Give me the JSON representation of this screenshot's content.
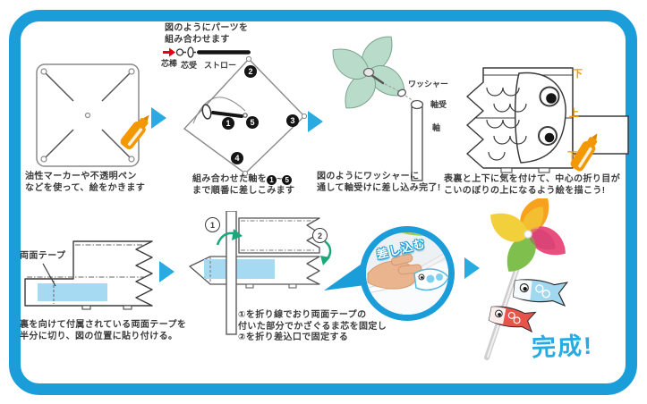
{
  "colors": {
    "frame_blue": "#1b9dd9",
    "arrow_blue": "#29abe2",
    "tape_blue": "#a6d9f2",
    "pinwheel_green": "#b9dcca",
    "pen_orange": "#f39800",
    "label_orange": "#f39800",
    "green_arrow": "#1ba878",
    "done_blue": "#29abe2",
    "text_dark": "#3b3b3b"
  },
  "icons": {
    "step_arrow_icon": "blue-right-triangle",
    "marker_pen_icon": "orange-marker-pen",
    "red_arrow_icon": "red-right-arrow",
    "callout_icon": "photo-magnifier-circle"
  },
  "step1": {
    "caption": [
      "油性マーカーや不透明ペン",
      "などを使って、絵をかきます"
    ]
  },
  "step2": {
    "header": [
      "図のようにパーツを",
      "組み合わせます"
    ],
    "part_labels": {
      "core_rod": "芯棒",
      "core_holder": "芯受",
      "straw": "ストロー"
    },
    "badges": [
      "1",
      "2",
      "3",
      "4",
      "5"
    ],
    "caption_prefix": "組み合わせた軸を",
    "caption_badge_from": "1",
    "caption_tilde": "~",
    "caption_badge_to": "5",
    "caption_line2": "まで順番に差しこみます"
  },
  "step3": {
    "labels": {
      "washer": "ワッシャー",
      "shaft_holder": "軸受",
      "shaft": "軸"
    },
    "caption": [
      "図のようにワッシャーに",
      "通して軸受けに差し込み完了!"
    ]
  },
  "step4": {
    "orientation_labels": {
      "top": "下",
      "middle": "上",
      "bottom": "下"
    },
    "caption": [
      "表裏と上下に気を付けて、中心の折り目が",
      "こいのぼりの上になるよう絵を描こう!"
    ]
  },
  "step5": {
    "tape_label": "両面テープ",
    "caption": [
      "裏を向けて付属されている両面テープを",
      "半分に切り、図の位置に貼り付ける。"
    ]
  },
  "step6": {
    "num1": "1",
    "num2": "2",
    "caption": [
      "①を折り線でおり両面テープの",
      "付いた部分でかざぐるま芯を固定し",
      "②を折り差込口で固定する"
    ]
  },
  "step7": {
    "callout_label": "差し込む"
  },
  "step8": {
    "done_label": "完成!"
  }
}
